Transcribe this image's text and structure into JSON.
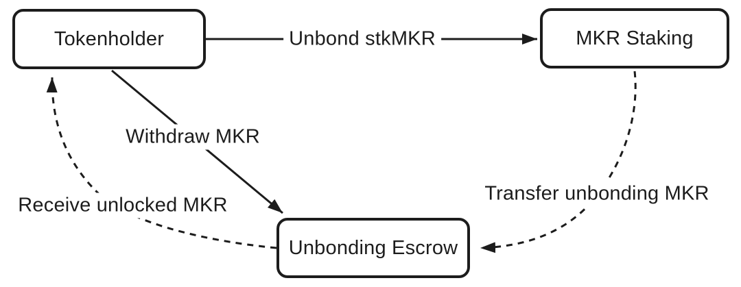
{
  "diagram": {
    "background_color": "#ffffff",
    "line_color": "#1c1c1c",
    "node_fill_color": "#ffffff",
    "nodes": [
      {
        "id": "tokenholder",
        "label": "Tokenholder"
      },
      {
        "id": "mkr-staking",
        "label": "MKR Staking"
      },
      {
        "id": "unbonding-escrow",
        "label": "Unbonding Escrow"
      }
    ],
    "edges": [
      {
        "from": "tokenholder",
        "to": "mkr-staking",
        "label": "Unbond stkMKR",
        "style": "solid"
      },
      {
        "from": "tokenholder",
        "to": "unbonding-escrow",
        "label": "Withdraw MKR",
        "style": "solid"
      },
      {
        "from": "mkr-staking",
        "to": "unbonding-escrow",
        "label": "Transfer unbonding MKR",
        "style": "dashed"
      },
      {
        "from": "unbonding-escrow",
        "to": "tokenholder",
        "label": "Receive unlocked MKR",
        "style": "dashed"
      }
    ]
  }
}
